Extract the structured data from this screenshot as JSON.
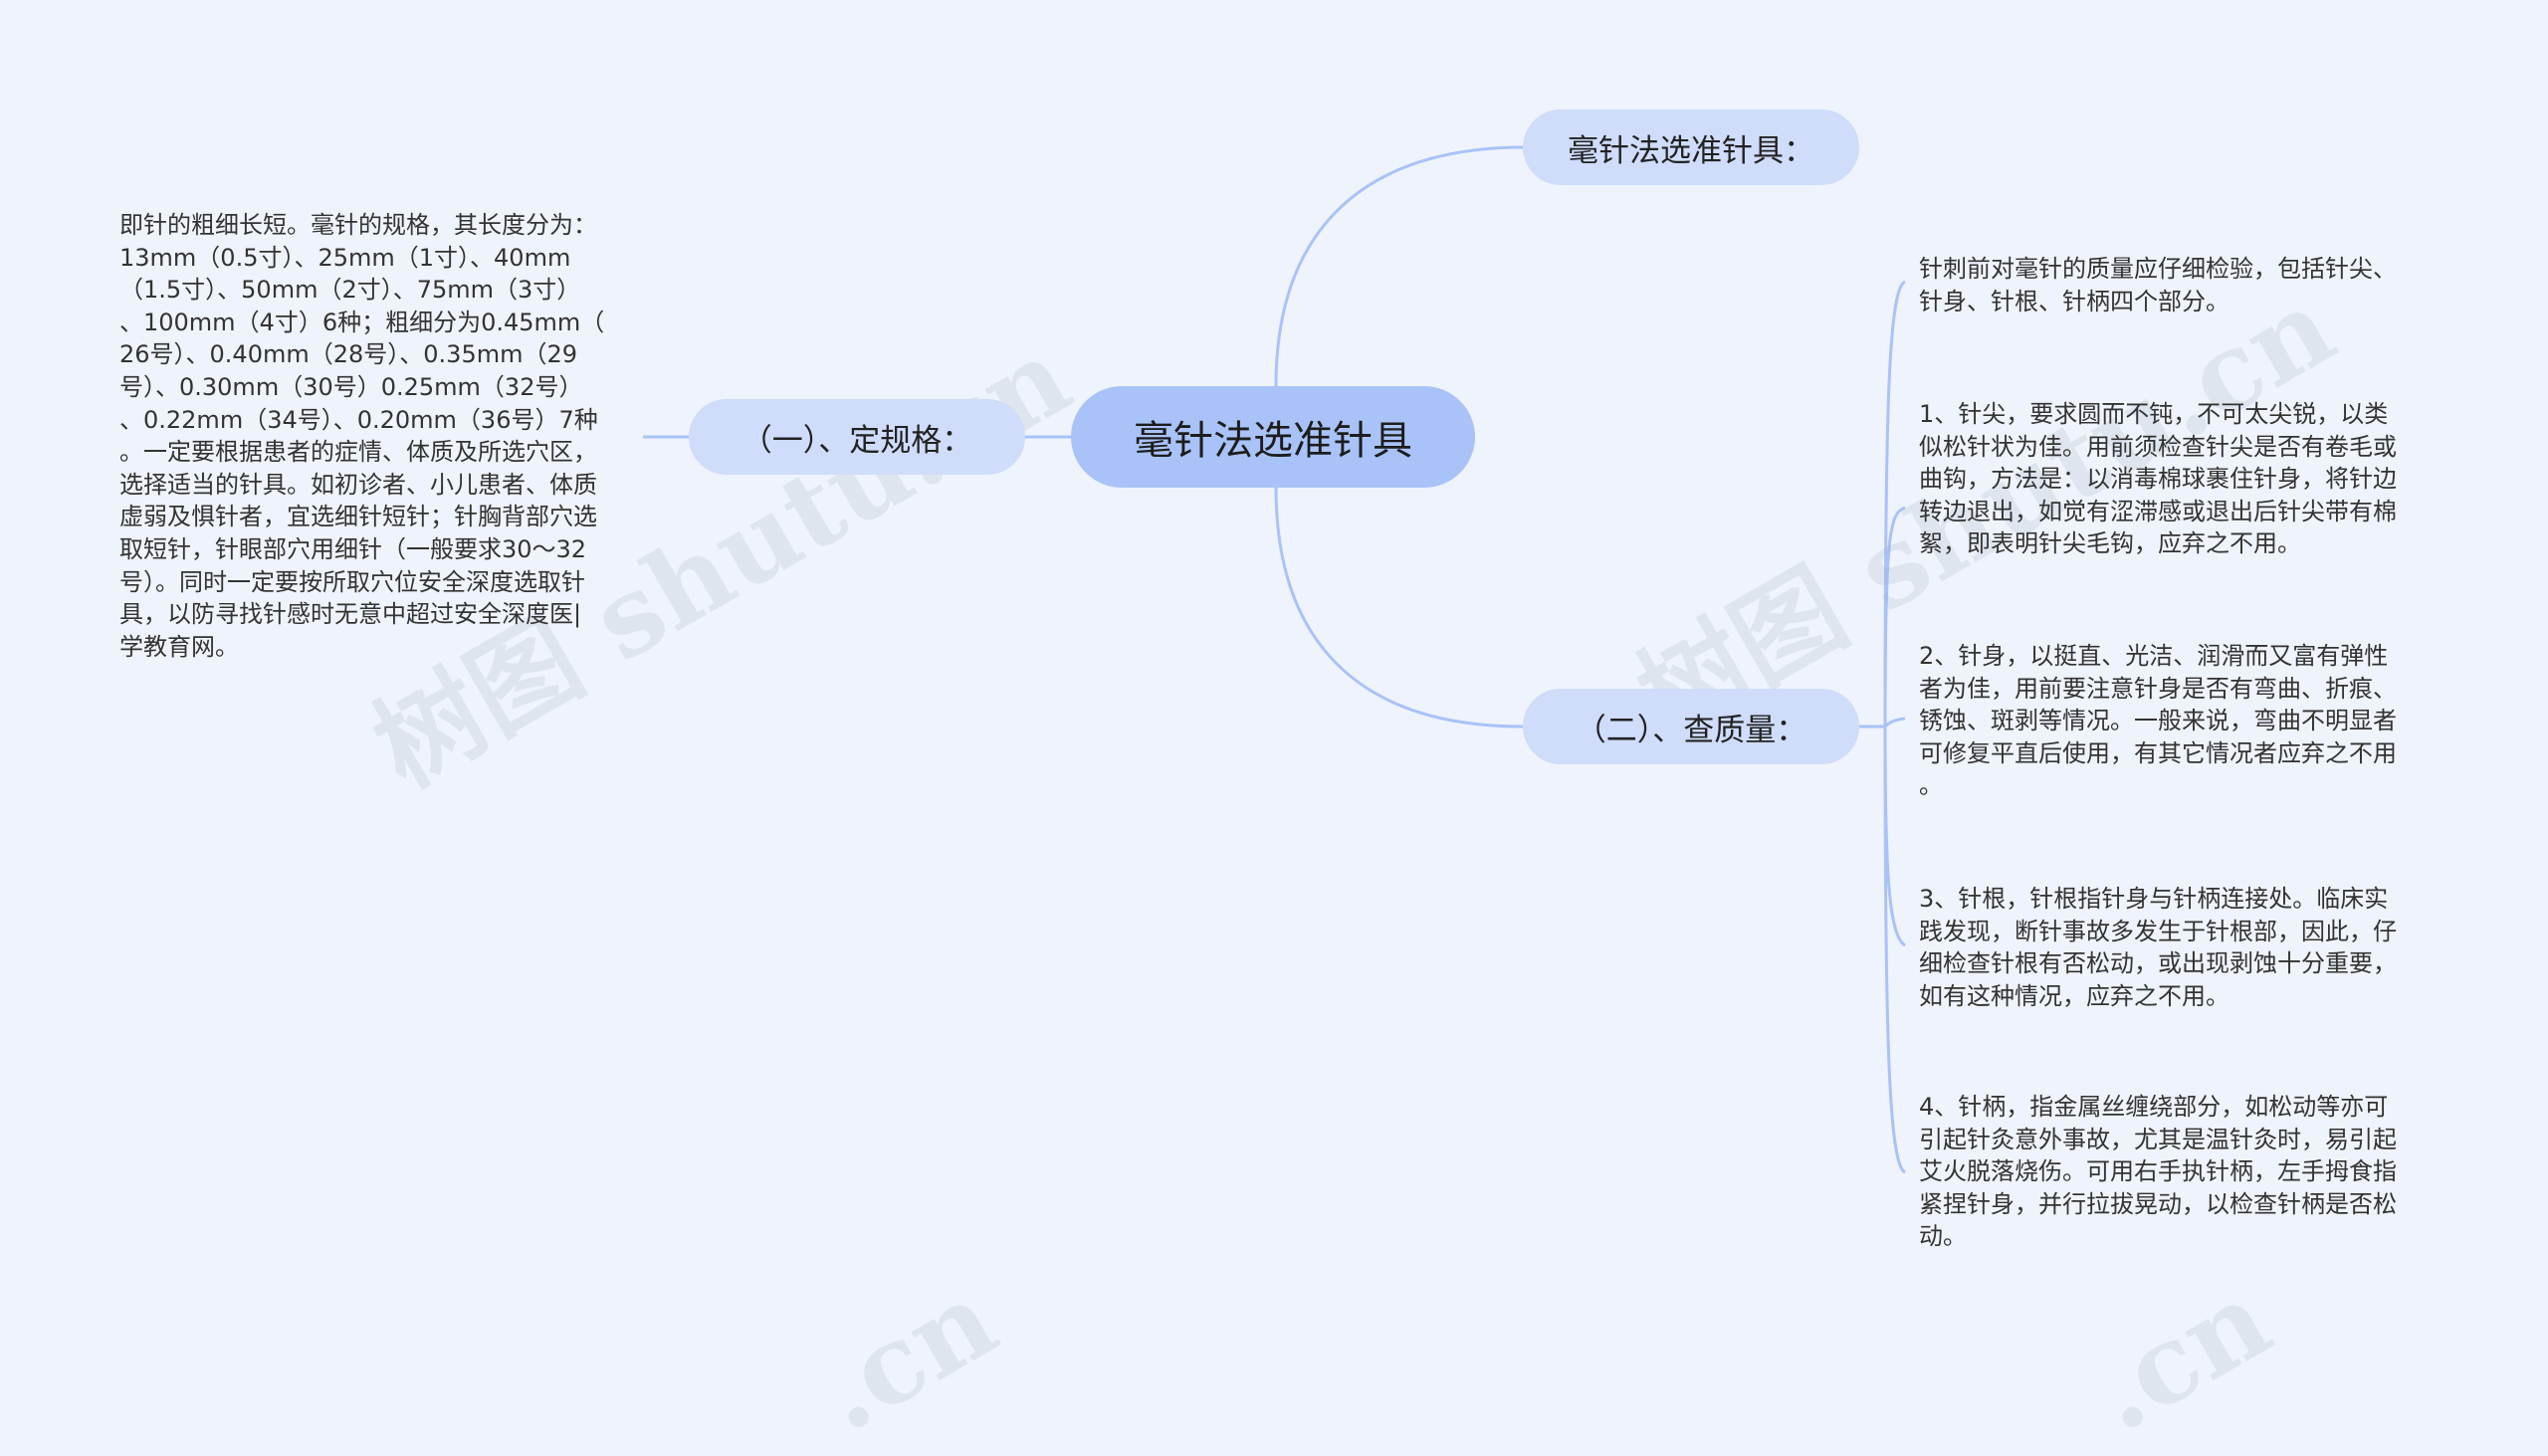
{
  "root": {
    "label": "毫针法选准针具"
  },
  "branches": {
    "choose": {
      "label": "毫针法选准针具："
    },
    "quality": {
      "label": "（二）、查质量："
    },
    "spec": {
      "label": "（一）、定规格："
    }
  },
  "spec_leaf": {
    "text": "即针的粗细长短。毫针的规格，其长度分为：\n13mm（0.5寸）、25mm（1寸）、40mm\n（1.5寸）、50mm（2寸）、75mm（3寸）\n、100mm（4寸）6种；粗细分为0.45mm（\n26号）、0.40mm（28号）、0.35mm（29\n号）、0.30mm（30号）0.25mm（32号）\n、0.22mm（34号）、0.20mm（36号）7种\n。一定要根据患者的症情、体质及所选穴区，\n选择适当的针具。如初诊者、小儿患者、体质\n虚弱及惧针者，宜选细针短针；针胸背部穴选\n取短针，针眼部穴用细针（一般要求30～32\n号）。同时一定要按所取穴位安全深度选取针\n具，以防寻找针感时无意中超过安全深度医|\n学教育网。"
  },
  "quality_leaves": [
    {
      "text": "针刺前对毫针的质量应仔细检验，包括针尖、\n针身、针根、针柄四个部分。"
    },
    {
      "text": "1、针尖，要求圆而不钝，不可太尖锐，以类\n似松针状为佳。用前须检查针尖是否有卷毛或\n曲钩，方法是：以消毒棉球裹住针身，将针边\n转边退出，如觉有涩滞感或退出后针尖带有棉\n絮，即表明针尖毛钩，应弃之不用。"
    },
    {
      "text": "2、针身，以挺直、光洁、润滑而又富有弹性\n者为佳，用前要注意针身是否有弯曲、折痕、\n锈蚀、斑剥等情况。一般来说，弯曲不明显者\n可修复平直后使用，有其它情况者应弃之不用\n。"
    },
    {
      "text": "3、针根，针根指针身与针柄连接处。临床实\n践发现，断针事故多发生于针根部，因此，仔\n细检查针根有否松动，或出现剥蚀十分重要，\n如有这种情况，应弃之不用。"
    },
    {
      "text": "4、针柄，指金属丝缠绕部分，如松动等亦可\n引起针灸意外事故，尤其是温针灸时，易引起\n艾火脱落烧伤。可用右手执针柄，左手拇食指\n紧捏针身，并行拉拔晃动，以检查针柄是否松\n动。"
    }
  ],
  "watermarks": [
    "树图 shutu.cn",
    "树图 shutu.cn",
    ".cn",
    ".cn"
  ],
  "colors": {
    "background": "#eff3fb",
    "root": "#a9c3f8",
    "branch": "#cfdcfa",
    "edge": "#a9c3f8"
  }
}
